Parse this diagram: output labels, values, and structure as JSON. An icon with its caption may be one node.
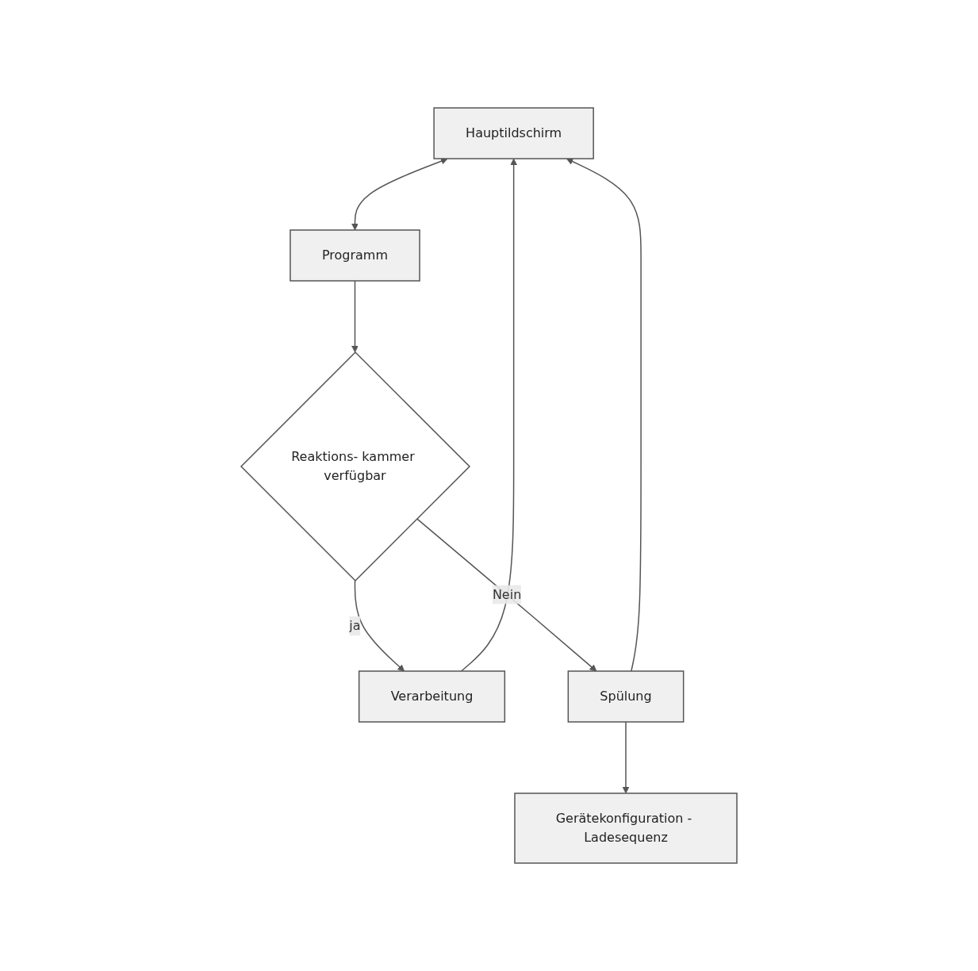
{
  "diagram": {
    "nodes": [
      {
        "text": [
          "Hauptildschirm"
        ]
      },
      {
        "text": [
          "Programm"
        ]
      },
      {
        "text": [
          "Reaktions- kammer verfügbar"
        ]
      },
      {
        "text": [
          "Verarbeitung"
        ]
      },
      {
        "text": [
          "Spülung"
        ]
      },
      {
        "text": [
          "Gerätekonfiguration - Ladesequenz"
        ]
      }
    ],
    "edges": [
      {
        "from": 0,
        "to": 1,
        "arrow": "both"
      },
      {
        "from": 1,
        "to": 2,
        "arrow": "to"
      },
      {
        "from": 2,
        "to": 3,
        "label": "ja",
        "arrow": "to"
      },
      {
        "from": 2,
        "to": 4,
        "label": "Nein",
        "arrow": "to"
      },
      {
        "from": 3,
        "to": 0,
        "arrow": "to"
      },
      {
        "from": 4,
        "to": 0,
        "arrow": "to"
      },
      {
        "from": 4,
        "to": 5,
        "arrow": "to"
      }
    ]
  }
}
